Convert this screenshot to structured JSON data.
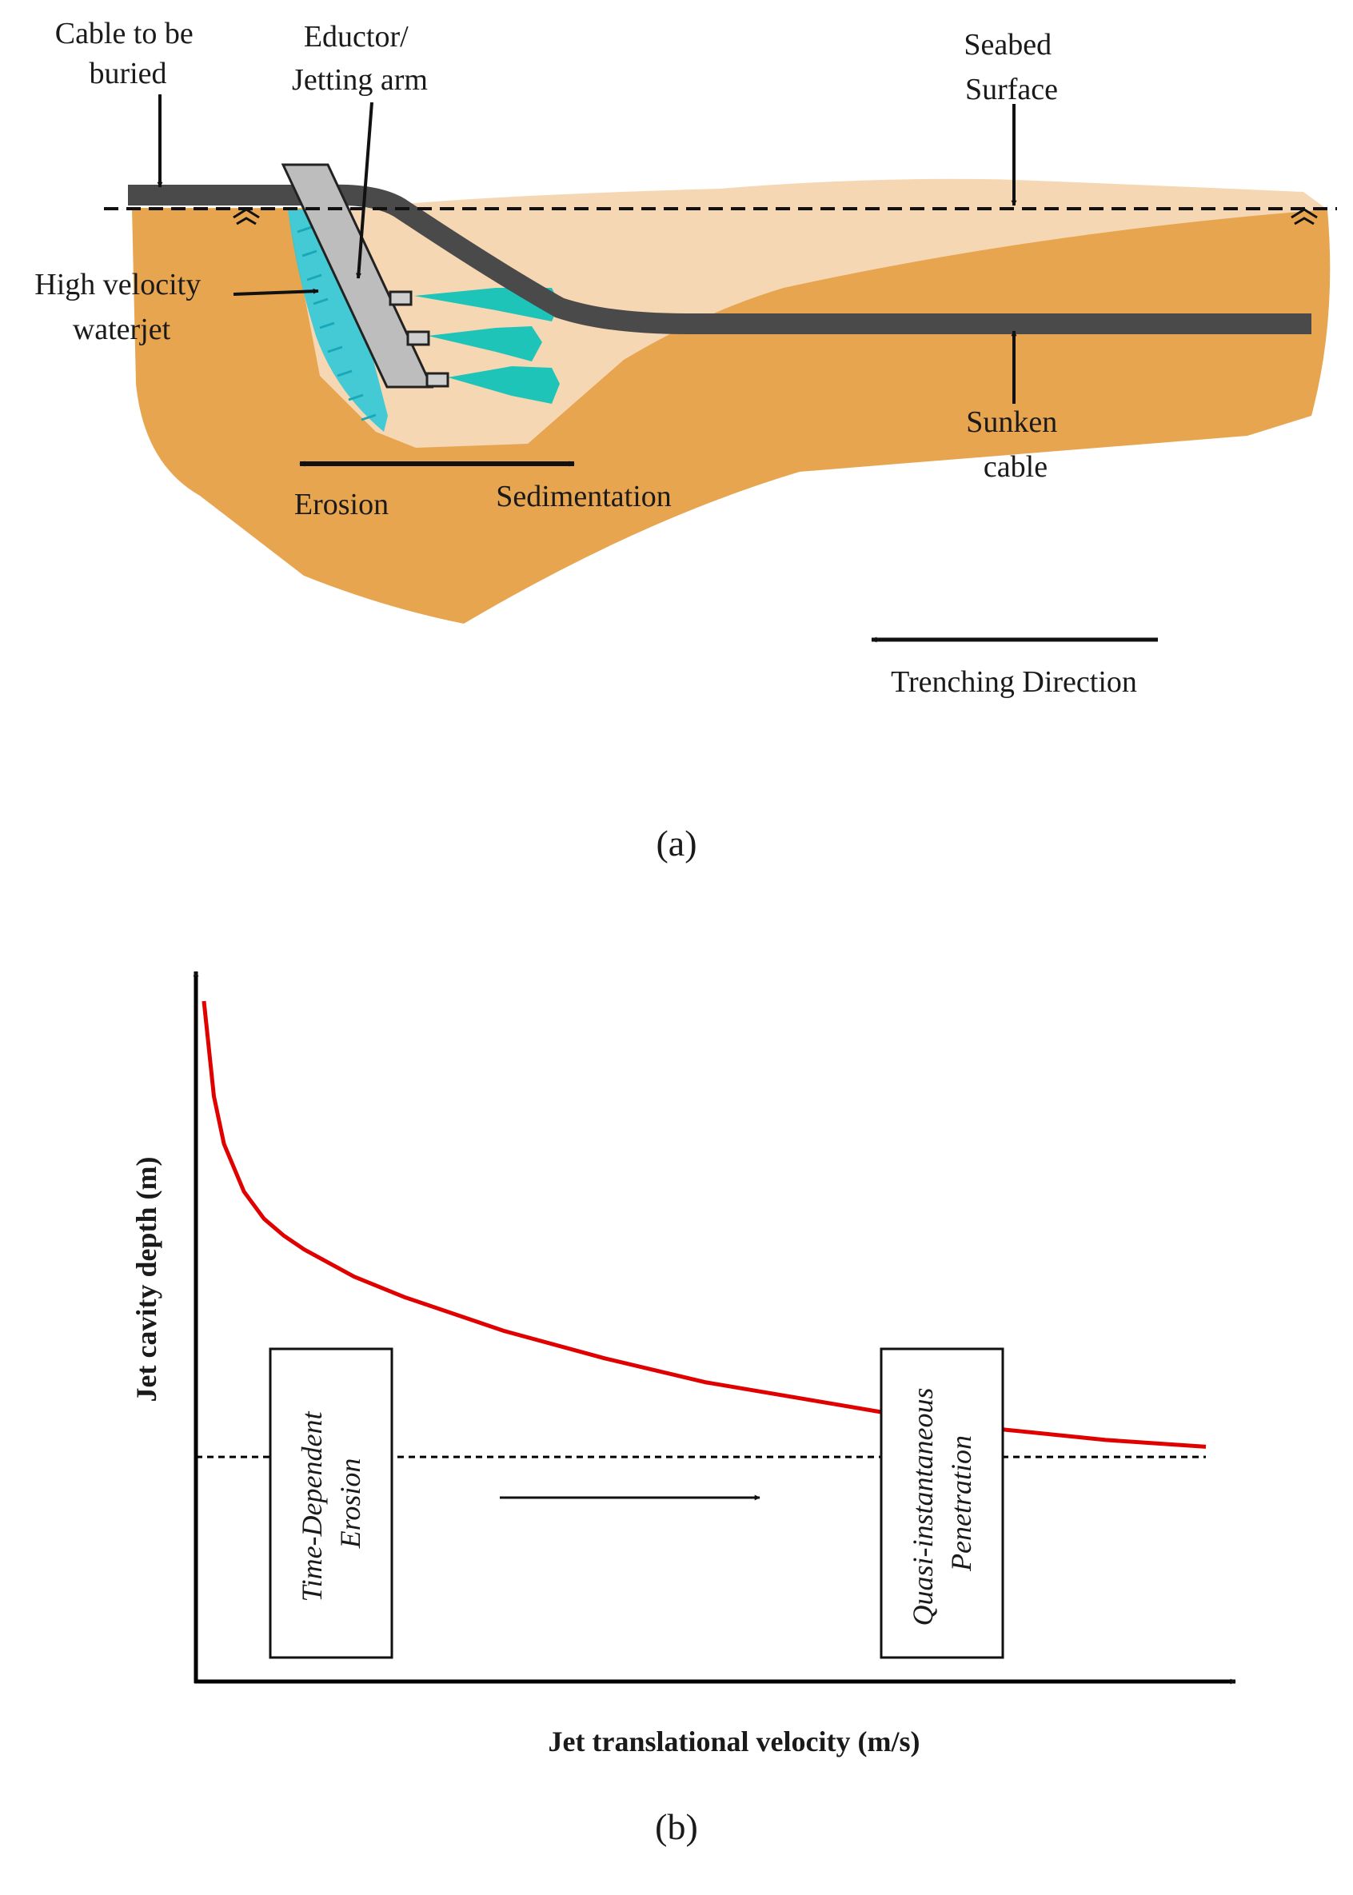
{
  "panel_a": {
    "labels": {
      "cable_to_be_buried": [
        "Cable to be",
        "buried"
      ],
      "eductor": [
        "Eductor/",
        "Jetting arm"
      ],
      "seabed_surface": [
        "Seabed",
        "Surface"
      ],
      "high_velocity_waterjet": [
        "High velocity",
        "waterjet"
      ],
      "sunken_cable": [
        "Sunken",
        "cable"
      ],
      "erosion": "Erosion",
      "sedimentation": "Sedimentation",
      "trenching_direction": "Trenching Direction"
    },
    "caption": "(a)",
    "colors": {
      "sediment": "#e8a550",
      "disturbed_zone": "#f6d7b3",
      "cable": "#4a4a4a",
      "jetting_arm": "#bdbdbd",
      "waterjet_near": "#30c9d8",
      "waterjet_plume": "#1fc4b8"
    }
  },
  "panel_b": {
    "caption": "(b)",
    "chart_data": {
      "type": "line",
      "xlabel": "Jet translational velocity (m/s)",
      "ylabel": "Jet cavity depth (m)",
      "xticks": [],
      "yticks": [],
      "series": [
        {
          "color": "#e00000",
          "x": [
            0.0,
            0.01,
            0.02,
            0.04,
            0.06,
            0.08,
            0.1,
            0.15,
            0.2,
            0.3,
            0.4,
            0.5,
            0.6,
            0.7,
            0.8,
            0.9,
            1.0
          ],
          "y": [
            1.0,
            0.86,
            0.79,
            0.72,
            0.68,
            0.655,
            0.635,
            0.595,
            0.565,
            0.515,
            0.475,
            0.44,
            0.415,
            0.39,
            0.37,
            0.355,
            0.345
          ]
        }
      ],
      "asymptote": {
        "y": 0.33,
        "style": "dashed"
      },
      "regions": {
        "left": [
          "Time-Dependent",
          "Erosion"
        ],
        "right": [
          "Quasi-instantaneous",
          "Penetration"
        ]
      }
    }
  }
}
